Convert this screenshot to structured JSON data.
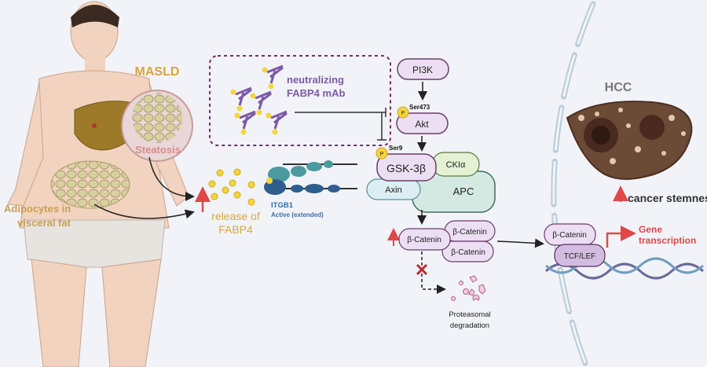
{
  "labels": {
    "masld": "MASLD",
    "steatosis": "Steatosis",
    "adipocytes": [
      "Adipocytes in",
      "visceral fat"
    ],
    "release": [
      "release of",
      "FABP4"
    ],
    "mab": [
      "neutralizing",
      "FABP4 mAb"
    ],
    "itgb1": "ITGB1",
    "itgb1_state": "Active (extended)",
    "pi3k": "PI3K",
    "akt": "Akt",
    "ser473": "Ser473",
    "ser9": "Ser9",
    "p": "P",
    "gsk": "GSK-3β",
    "ck1a": "CKIα",
    "axin": "Axin",
    "apc": "APC",
    "bcat": "β-Catenin",
    "proteasomal": [
      "Proteasomal",
      "degradation"
    ],
    "tcf": "TCF/LEF",
    "gene": [
      "Gene",
      "transcription"
    ],
    "hcc": "HCC",
    "stemness": "cancer stemness"
  },
  "colors": {
    "background": "#f2f3f8",
    "purple_text": "#7b5aa6",
    "orange_text": "#d9a441",
    "red": "#e04848",
    "node_fill": "#ecdff3",
    "node_stroke": "#6b3d6b",
    "itgb1": "#3a6ea5"
  }
}
